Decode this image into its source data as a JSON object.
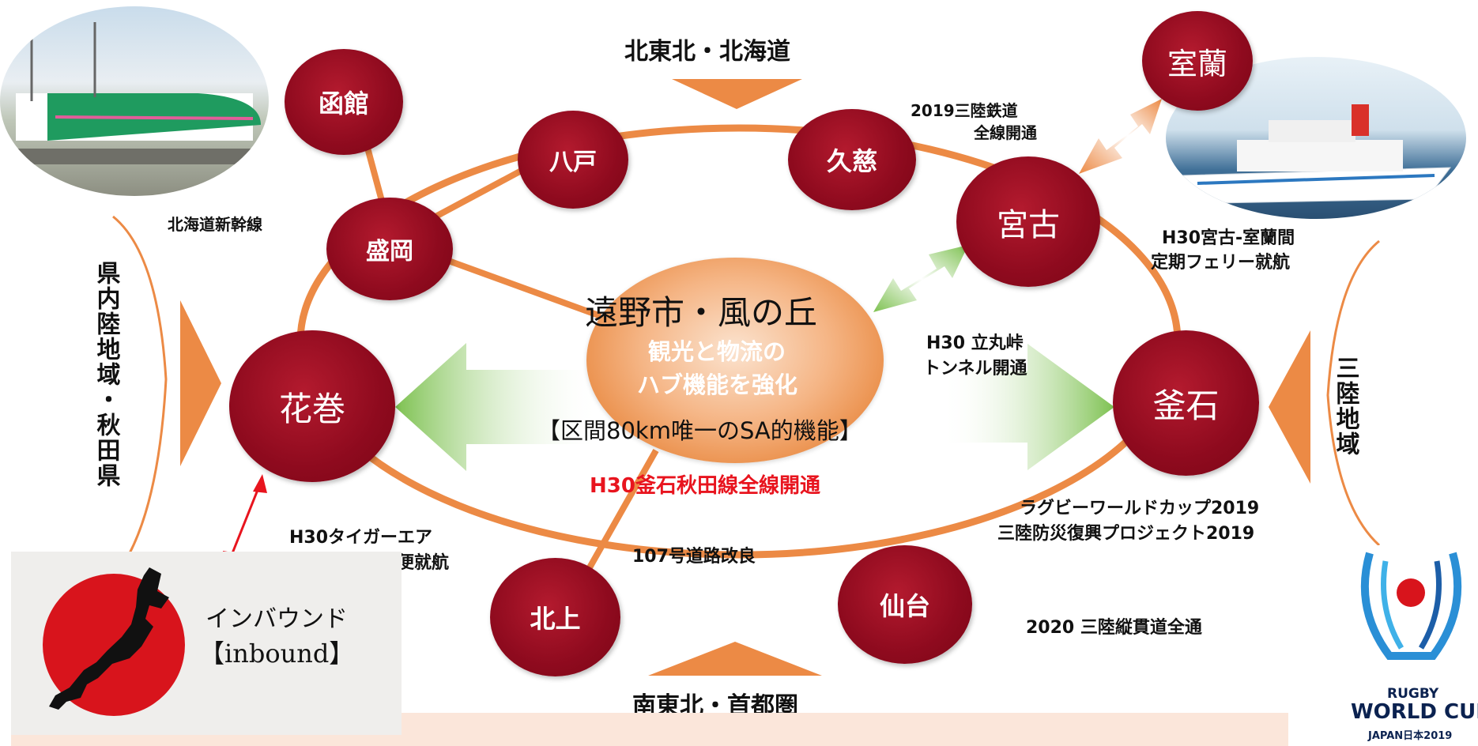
{
  "diagram": {
    "title_center": "遠野市・風の丘",
    "subtitle_center_line1": "観光と物流の",
    "subtitle_center_line2": "ハブ機能を強化",
    "sa_label": "【区間80km唯一のSA的機能】",
    "highlight_road": "H30釜石秋田線全線開通",
    "nodes": {
      "hakodate": "函館",
      "hachinohe": "八戸",
      "kuji": "久慈",
      "miyako": "宮古",
      "muroran": "室蘭",
      "morioka": "盛岡",
      "hanamaki": "花巻",
      "kamaishi": "釜石",
      "kitakami": "北上",
      "sendai": "仙台"
    },
    "directions": {
      "north": "北東北・北海道",
      "south": "南東北・首都圏",
      "west": "県内陸地域・秋田県",
      "east": "三陸地域"
    },
    "annotations": {
      "shinkansen": "北海道新幹線",
      "sanriku_rail_line1": "2019三陸鉄道",
      "sanriku_rail_line2": "全線開通",
      "ferry_line1": "H30宮古-室蘭間",
      "ferry_line2": "定期フェリー就航",
      "tunnel_line1": "H30 立丸峠",
      "tunnel_line2": "トンネル開通",
      "rugby_line1": "ラグビーワールドカップ2019",
      "rugby_line2": "三陸防災復興プロジェクト2019",
      "expressway": "2020 三陸縦貫道全通",
      "route107": "107号道路改良",
      "tigerair_line1": "H30タイガーエア",
      "tigerair_line2": "国際定期便就航"
    },
    "inbound_line1": "インバウンド",
    "inbound_line2": "【inbound】",
    "rwc_logo": {
      "line1": "RUGBY",
      "line2": "WORLD CUP",
      "line3": "JAPAN日本2019"
    },
    "colors": {
      "node": "#8e0a1e",
      "ring": "#ec8a45",
      "arrow_green": "#8cc860",
      "highlight_red": "#e8141e",
      "bottom_band": "#fbe6da"
    }
  }
}
